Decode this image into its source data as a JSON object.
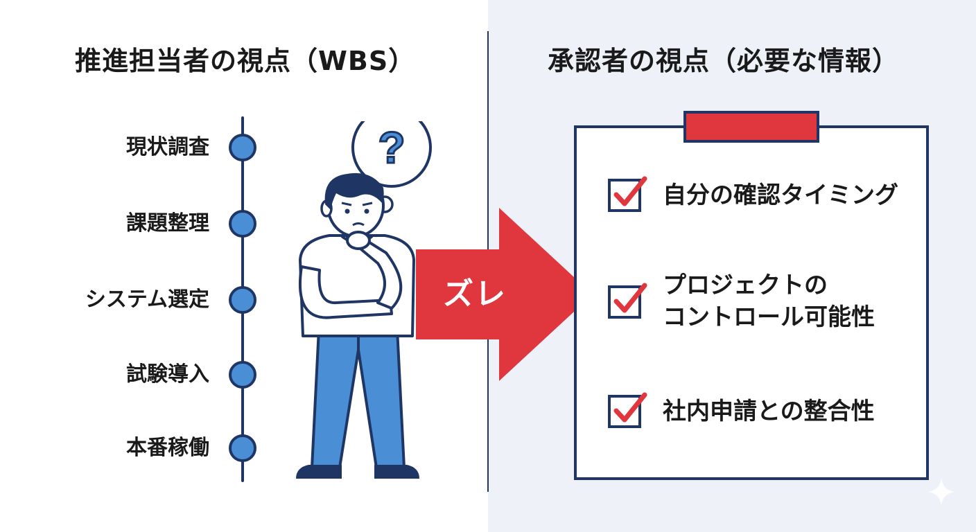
{
  "left": {
    "title": "推進担当者の視点（WBS）",
    "steps": [
      "現状調査",
      "課題整理",
      "システム選定",
      "試験導入",
      "本番稼働"
    ]
  },
  "center": {
    "thought_symbol": "?",
    "arrow_label": "ズレ"
  },
  "right": {
    "title": "承認者の視点（必要な情報）",
    "items": [
      {
        "line1": "自分の確認タイミング",
        "line2": ""
      },
      {
        "line1": "プロジェクトの",
        "line2": "コントロール可能性"
      },
      {
        "line1": "社内申請との整合性",
        "line2": ""
      }
    ]
  },
  "colors": {
    "navy": "#1f3563",
    "accent_red": "#e0373f",
    "node_blue": "#4a8fd6",
    "right_background": "#eef2f8"
  },
  "icons": [
    "question-icon",
    "person-illustration",
    "right-arrow-icon",
    "checkbox-checked-icon",
    "clipboard-icon",
    "sparkle-icon"
  ]
}
